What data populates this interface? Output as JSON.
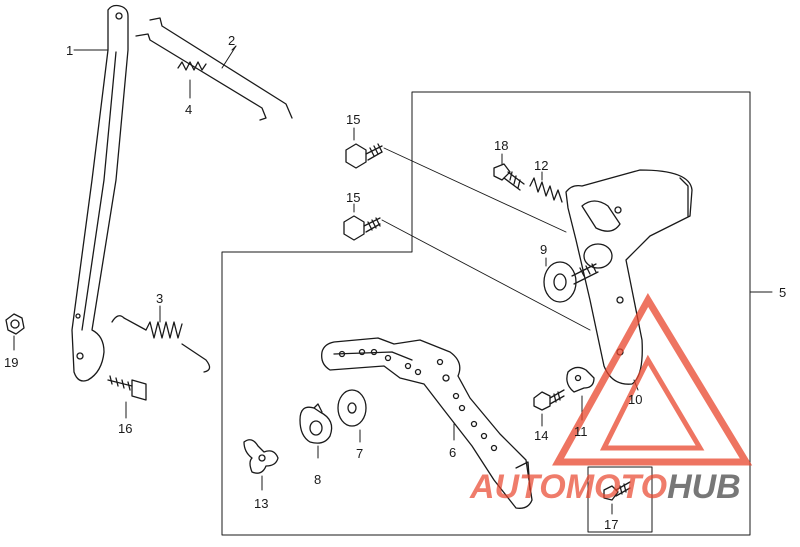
{
  "callouts": {
    "c1": "1",
    "c2": "2",
    "c3": "3",
    "c4": "4",
    "c5": "5",
    "c6": "6",
    "c7": "7",
    "c8": "8",
    "c9": "9",
    "c10": "10",
    "c11": "11",
    "c12": "12",
    "c13": "13",
    "c14": "14",
    "c15a": "15",
    "c15b": "15",
    "c16": "16",
    "c17": "17",
    "c18": "18",
    "c19": "19"
  },
  "watermark": {
    "part1": "AUTOMOTO",
    "part2": "HUB",
    "color_primary": "#e8452c",
    "color_secondary": "#555555"
  },
  "colors": {
    "ink": "#1a1a1a",
    "background": "#ffffff"
  }
}
